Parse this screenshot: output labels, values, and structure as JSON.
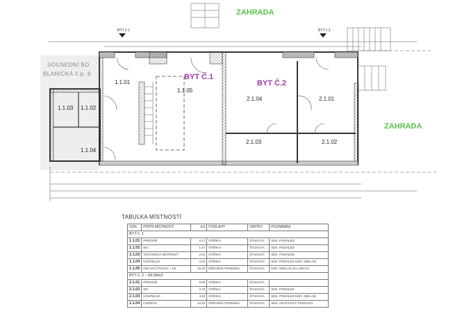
{
  "plan": {
    "garden_label": "ZAHRADA",
    "neighbour_line1": "SOUSEDNÍ BD",
    "neighbour_line2": "BLANICKÁ č.p. 8",
    "apartments": [
      {
        "label": "BYT Č.1",
        "marker": "BYT č.1"
      },
      {
        "label": "BYT Č.2",
        "marker": "BYT č.2"
      }
    ],
    "rooms": [
      "1.1.01",
      "1.1.02",
      "1.1.03",
      "1.1.04",
      "1.1.05",
      "2.1.01",
      "2.1.02",
      "2.1.03",
      "2.1.04"
    ],
    "colors": {
      "garden": "#5cc14f",
      "apartment": "#a03aa8",
      "wall_hatch": "#888888"
    }
  },
  "table": {
    "title": "TABULKA MÍSTNOSTÍ",
    "headers": [
      "OZN.",
      "POPIS MÍSTNOSTI",
      "m2",
      "PODLAHY",
      "OMÍTKY",
      "POZNÁMKA"
    ],
    "groups": [
      {
        "label": "BYT č. 1",
        "rows": [
          [
            "1.1.01",
            "PŘEDSÍŇ",
            "9.17",
            "STĚRKA",
            "ŠTUKOVÁ",
            "SDK. PODHLED"
          ],
          [
            "1.1.02",
            "WC",
            "1.57",
            "STĚRKA",
            "ŠTUKOVÁ",
            "SDK. PODHLED"
          ],
          [
            "1.1.03",
            "TECHNICKÁ MÍSTNOST",
            "2.01",
            "STĚRKA",
            "ŠTUKOVÁ",
            "SDK. PODHLED"
          ],
          [
            "1.1.04",
            "KOUPELNA",
            "4.62",
            "STĚRKA",
            "ŠTUKOVÁ",
            "SDK. PODHLED KER. OBKLAD"
          ],
          [
            "1.1.05",
            "OBYVACÍ POKOJ + KK",
            "19.34",
            "DŘEVĚNÁ PRKENNÁ",
            "ŠTUKOVÁ",
            "KER. OBKLAD ZA LINKOU"
          ]
        ]
      },
      {
        "label": "BYT č. 2 – 50,68m2",
        "rows": [
          [
            "2.1.01",
            "PŘEDSÍŇ",
            "8.99",
            "STĚRKA",
            "ŠTUKOVÁ",
            ""
          ],
          [
            "2.1.02",
            "WC",
            "3.70",
            "STĚRKA",
            "ŠTUKOVÁ",
            "SDK. PODHLED"
          ],
          [
            "2.1.03",
            "KOUPELNA",
            "4.93",
            "STĚRKA",
            "ŠTUKOVÁ",
            "SDK. PODHLED KER. OBKLAD"
          ],
          [
            "2.1.04",
            "LOŽNICE",
            "12.22",
            "DŘEVĚNÁ PRKENNÁ",
            "ŠTUKOVÁ",
            "SDK. AKUSTICKÝ PODHLED"
          ]
        ]
      }
    ]
  }
}
